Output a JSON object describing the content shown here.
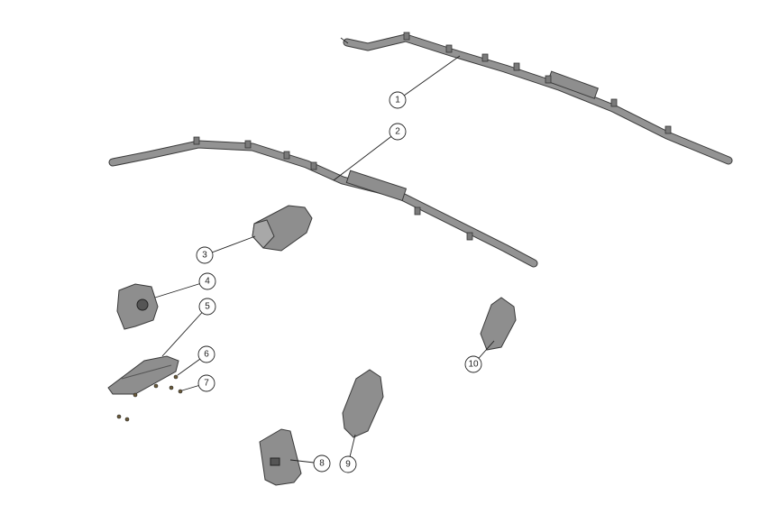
{
  "diagram": {
    "callouts": [
      {
        "label": "1",
        "part": "curtain-airbag-right"
      },
      {
        "label": "2",
        "part": "curtain-airbag-left"
      },
      {
        "label": "3",
        "part": "passenger-airbag"
      },
      {
        "label": "4",
        "part": "driver-airbag"
      },
      {
        "label": "5",
        "part": "knee-airbag"
      },
      {
        "label": "6",
        "part": "screw"
      },
      {
        "label": "7",
        "part": "bolt"
      },
      {
        "label": "8",
        "part": "airbag-module-small"
      },
      {
        "label": "9",
        "part": "side-airbag"
      },
      {
        "label": "10",
        "part": "side-airbag-rear"
      }
    ]
  }
}
